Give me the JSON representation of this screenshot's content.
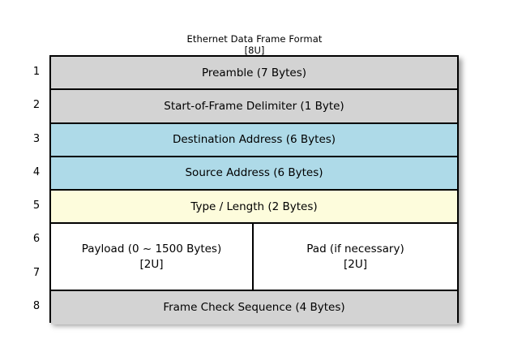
{
  "title": {
    "line1": "Ethernet Data Frame Format",
    "line2": "[8U]"
  },
  "row_numbers": [
    "1",
    "2",
    "3",
    "4",
    "5",
    "6",
    "7",
    "8"
  ],
  "colors": {
    "gray": "#d3d3d3",
    "blue": "#aedae8",
    "yellow": "#fdfcdc",
    "white": "#ffffff",
    "border": "#000000",
    "background": "#ffffff"
  },
  "frame_rows": [
    {
      "label": "Preamble (7 Bytes)",
      "fill": "gray",
      "rows": [
        "1"
      ]
    },
    {
      "label": "Start-of-Frame Delimiter (1 Byte)",
      "fill": "gray",
      "rows": [
        "2"
      ]
    },
    {
      "label": "Destination Address (6 Bytes)",
      "fill": "blue",
      "rows": [
        "3"
      ]
    },
    {
      "label": "Source Address (6 Bytes)",
      "fill": "blue",
      "rows": [
        "4"
      ]
    },
    {
      "label": "Type / Length (2 Bytes)",
      "fill": "yellow",
      "rows": [
        "5"
      ]
    },
    {
      "fill": "white",
      "rows": [
        "6",
        "7"
      ],
      "split": {
        "left": {
          "label": "Payload (0 ~ 1500 Bytes)",
          "sub": "[2U]"
        },
        "right": {
          "label": "Pad (if necessary)",
          "sub": "[2U]"
        }
      }
    },
    {
      "label": "Frame Check Sequence (4 Bytes)",
      "fill": "gray",
      "rows": [
        "8"
      ]
    }
  ]
}
